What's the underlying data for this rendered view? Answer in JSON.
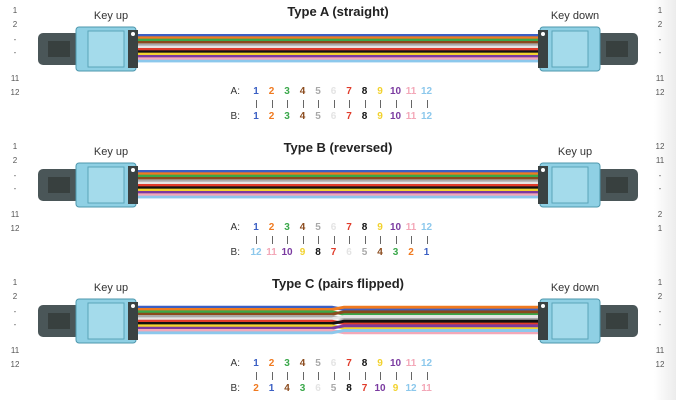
{
  "panels": [
    {
      "title": "Type A (straight)",
      "key_left": "Key up",
      "key_right": "Key down",
      "left_nums": [
        "1",
        "2",
        "-",
        "-",
        "11",
        "12"
      ],
      "right_nums": [
        "1",
        "2",
        "-",
        "-",
        "11",
        "12"
      ],
      "row_a_label": "A:",
      "row_b_label": "B:",
      "row_a": [
        "1",
        "2",
        "3",
        "4",
        "5",
        "6",
        "7",
        "8",
        "9",
        "10",
        "11",
        "12"
      ],
      "row_b": [
        "1",
        "2",
        "3",
        "4",
        "5",
        "6",
        "7",
        "8",
        "9",
        "10",
        "11",
        "12"
      ],
      "cable": "straight"
    },
    {
      "title": "Type B (reversed)",
      "key_left": "Key up",
      "key_right": "Key up",
      "left_nums": [
        "1",
        "2",
        "-",
        "-",
        "11",
        "12"
      ],
      "right_nums": [
        "12",
        "11",
        "-",
        "-",
        "2",
        "1"
      ],
      "row_a_label": "A:",
      "row_b_label": "B:",
      "row_a": [
        "1",
        "2",
        "3",
        "4",
        "5",
        "6",
        "7",
        "8",
        "9",
        "10",
        "11",
        "12"
      ],
      "row_b": [
        "12",
        "11",
        "10",
        "9",
        "8",
        "7",
        "6",
        "5",
        "4",
        "3",
        "2",
        "1"
      ],
      "cable": "straight"
    },
    {
      "title": "Type C (pairs flipped)",
      "key_left": "Key up",
      "key_right": "Key down",
      "left_nums": [
        "1",
        "2",
        "-",
        "-",
        "11",
        "12"
      ],
      "right_nums": [
        "1",
        "2",
        "-",
        "-",
        "11",
        "12"
      ],
      "row_a_label": "A:",
      "row_b_label": "B:",
      "row_a": [
        "1",
        "2",
        "3",
        "4",
        "5",
        "6",
        "7",
        "8",
        "9",
        "10",
        "11",
        "12"
      ],
      "row_b": [
        "2",
        "1",
        "4",
        "3",
        "6",
        "5",
        "8",
        "7",
        "10",
        "9",
        "12",
        "11"
      ],
      "cable": "flipped"
    }
  ],
  "fiber_colors": {
    "1": "#3b5fc4",
    "2": "#f07a20",
    "3": "#3aa84a",
    "4": "#8a4a1c",
    "5": "#a9a9a9",
    "6": "#e4e4e4",
    "7": "#e03b2a",
    "8": "#111111",
    "9": "#f2d22e",
    "10": "#7a3aa0",
    "11": "#f3a8b8",
    "12": "#8cc8ec"
  },
  "connector_color": "#8fd0e4",
  "boot_color": "#4a5658"
}
